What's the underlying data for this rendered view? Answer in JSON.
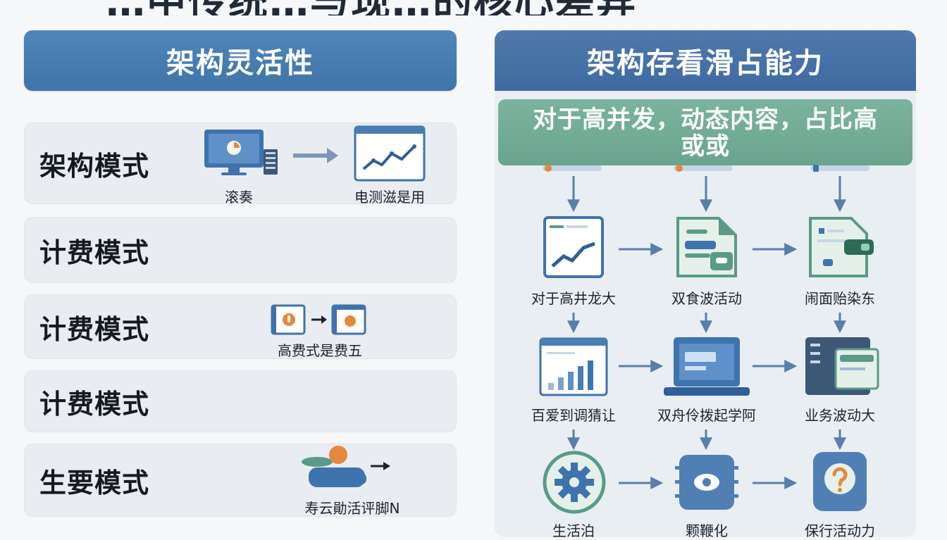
{
  "page": {
    "top_title_fragment": "…中传统…与现…的核心差异"
  },
  "left": {
    "title": "架构灵活性",
    "rows": [
      {
        "label": "架构模式",
        "caption_a": "滚奏",
        "caption_b": "电测滋是用"
      },
      {
        "label": "计费模式"
      },
      {
        "label": "计费模式",
        "caption": "高费式是费五"
      },
      {
        "label": "计费模式"
      },
      {
        "label": "生要模式",
        "caption": "寿云勛活评脚N"
      }
    ]
  },
  "right": {
    "title": "架构存看滑占能力",
    "banner": "对于高并发，动态内容，占比高\n或或",
    "captions": {
      "r1c1": "对于高井龙大",
      "r1c2": "双食波活动",
      "r1c3": "闹面贻染东",
      "r2c1": "百爱到调猜让",
      "r2c2": "双舟伶拨起学阿",
      "r2c3": "业务波动大",
      "r3c1": "生活泊",
      "r3c2": "颗鞭化",
      "r3c3": "保行活动力"
    }
  },
  "colors": {
    "left_header": "#3f74a8",
    "right_header": "#3f6aa0",
    "banner": "#6aa48f",
    "row_bg": "#e9edf2",
    "accent_orange": "#e5873d",
    "icon_blue": "#3f73ad",
    "icon_teal": "#5a9a86"
  },
  "icons": [
    "monitor-icon",
    "server-icon",
    "chart-window-icon",
    "app-window-icon",
    "person-icon",
    "gear-icon",
    "chip-icon",
    "question-icon",
    "document-icon",
    "laptop-icon"
  ]
}
